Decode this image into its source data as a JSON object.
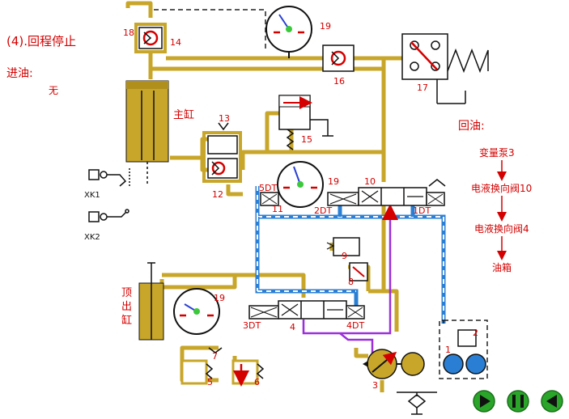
{
  "title": "(4).回程停止",
  "inlet": {
    "label": "进油:",
    "value": "无"
  },
  "return": {
    "label": "回油:",
    "path": [
      "变量泵3",
      "电液换向阀10",
      "电液换向阀4",
      "油箱"
    ]
  },
  "components": {
    "main_cylinder": "主缸",
    "ejector_cylinder": [
      "顶",
      "出",
      "缸"
    ],
    "xk1": "XK1",
    "xk2": "XK2",
    "solenoids": {
      "s1": "1DT",
      "s2": "2DT",
      "s3": "3DT",
      "s4": "4DT",
      "s5": "5DT"
    },
    "numbers": {
      "n1": "1",
      "n2": "2",
      "n3": "3",
      "n4": "4",
      "n5": "5",
      "n6": "6",
      "n7": "7",
      "n8": "8",
      "n9": "9",
      "n10": "10",
      "n11": "11",
      "n12": "12",
      "n13": "13",
      "n14": "14",
      "n15": "15",
      "n16": "16",
      "n17": "17",
      "n18": "18",
      "g19a": "19",
      "g19b": "19",
      "g19c": "19"
    }
  },
  "colors": {
    "pressure_line": "#c8a62a",
    "return_line": "#2a7fd4",
    "flow_marker": "#9b30d9",
    "label": "#d40000",
    "nav_button": "#2aa52a"
  },
  "nav": {
    "play": "play-icon",
    "pause": "pause-icon",
    "back": "back-icon"
  }
}
